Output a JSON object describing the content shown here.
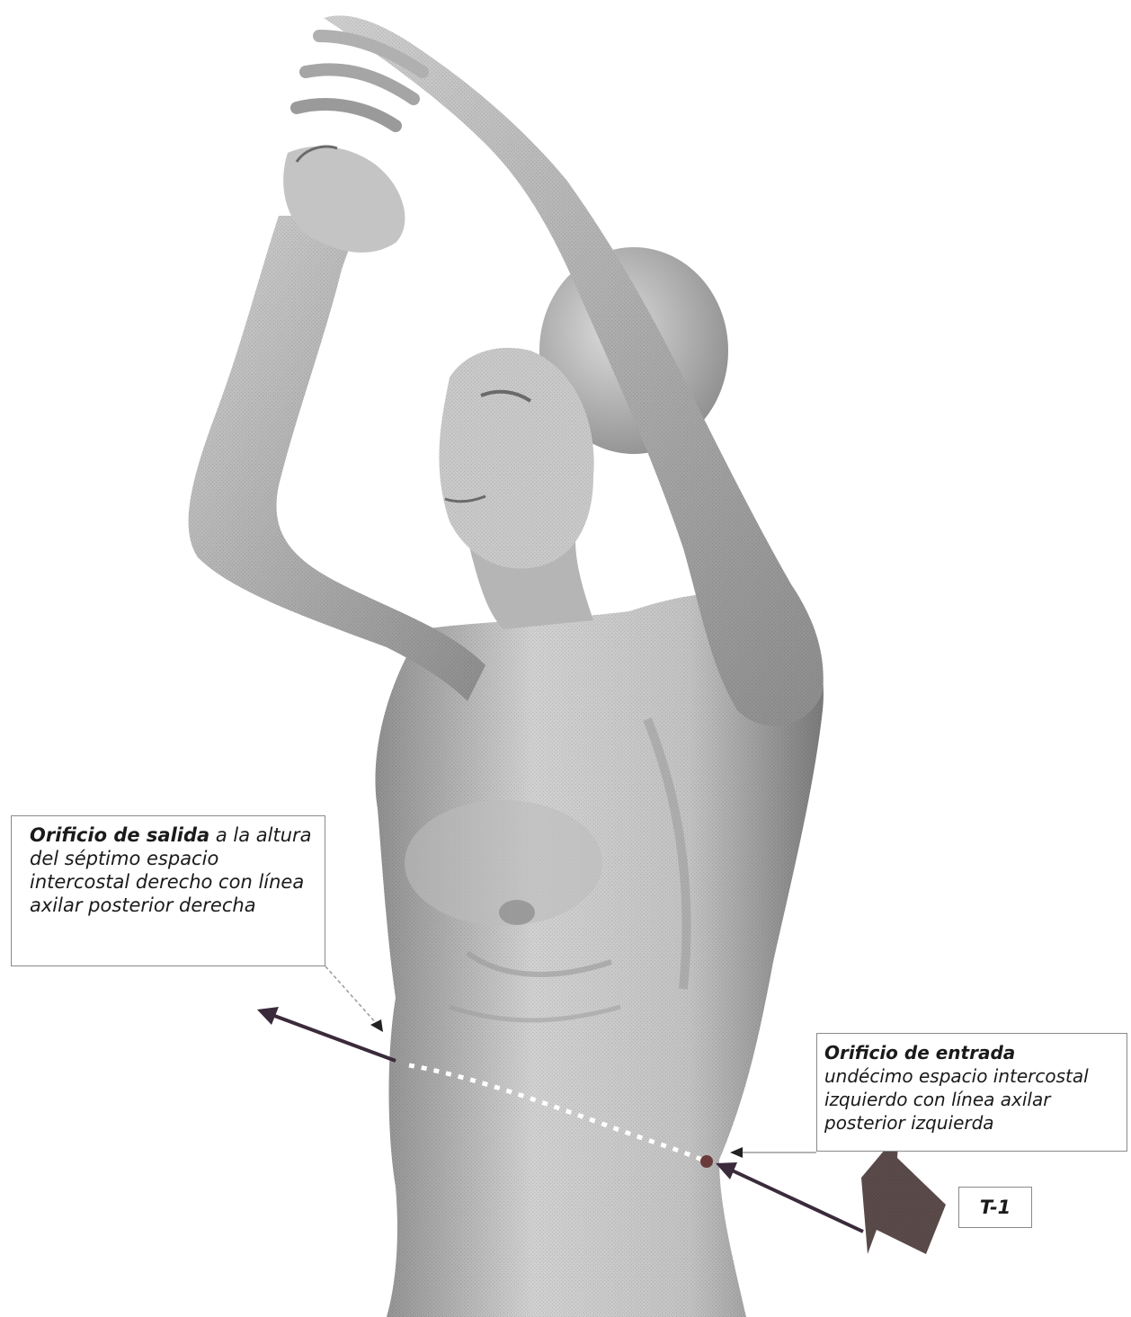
{
  "exit_label": {
    "title": "Orificio de salida",
    "text": " a la altura del séptimo espacio intercostal derecho con línea axilar posterior derecha"
  },
  "entry_label": {
    "title": "Orificio de entrada",
    "text": "undécimo espacio intercostal izquierdo con línea axilar posterior izquierda"
  },
  "trajectory_tag": "T-1",
  "colors": {
    "skin_light": "#d9d9d9",
    "skin_mid": "#a8a8a8",
    "skin_dark": "#6e6e6e",
    "arrow": "#3a2a3a",
    "big_arrow": "#5a4a4a",
    "entry_dot": "#6a3a3a",
    "trajectory_dots": "#ffffff"
  }
}
